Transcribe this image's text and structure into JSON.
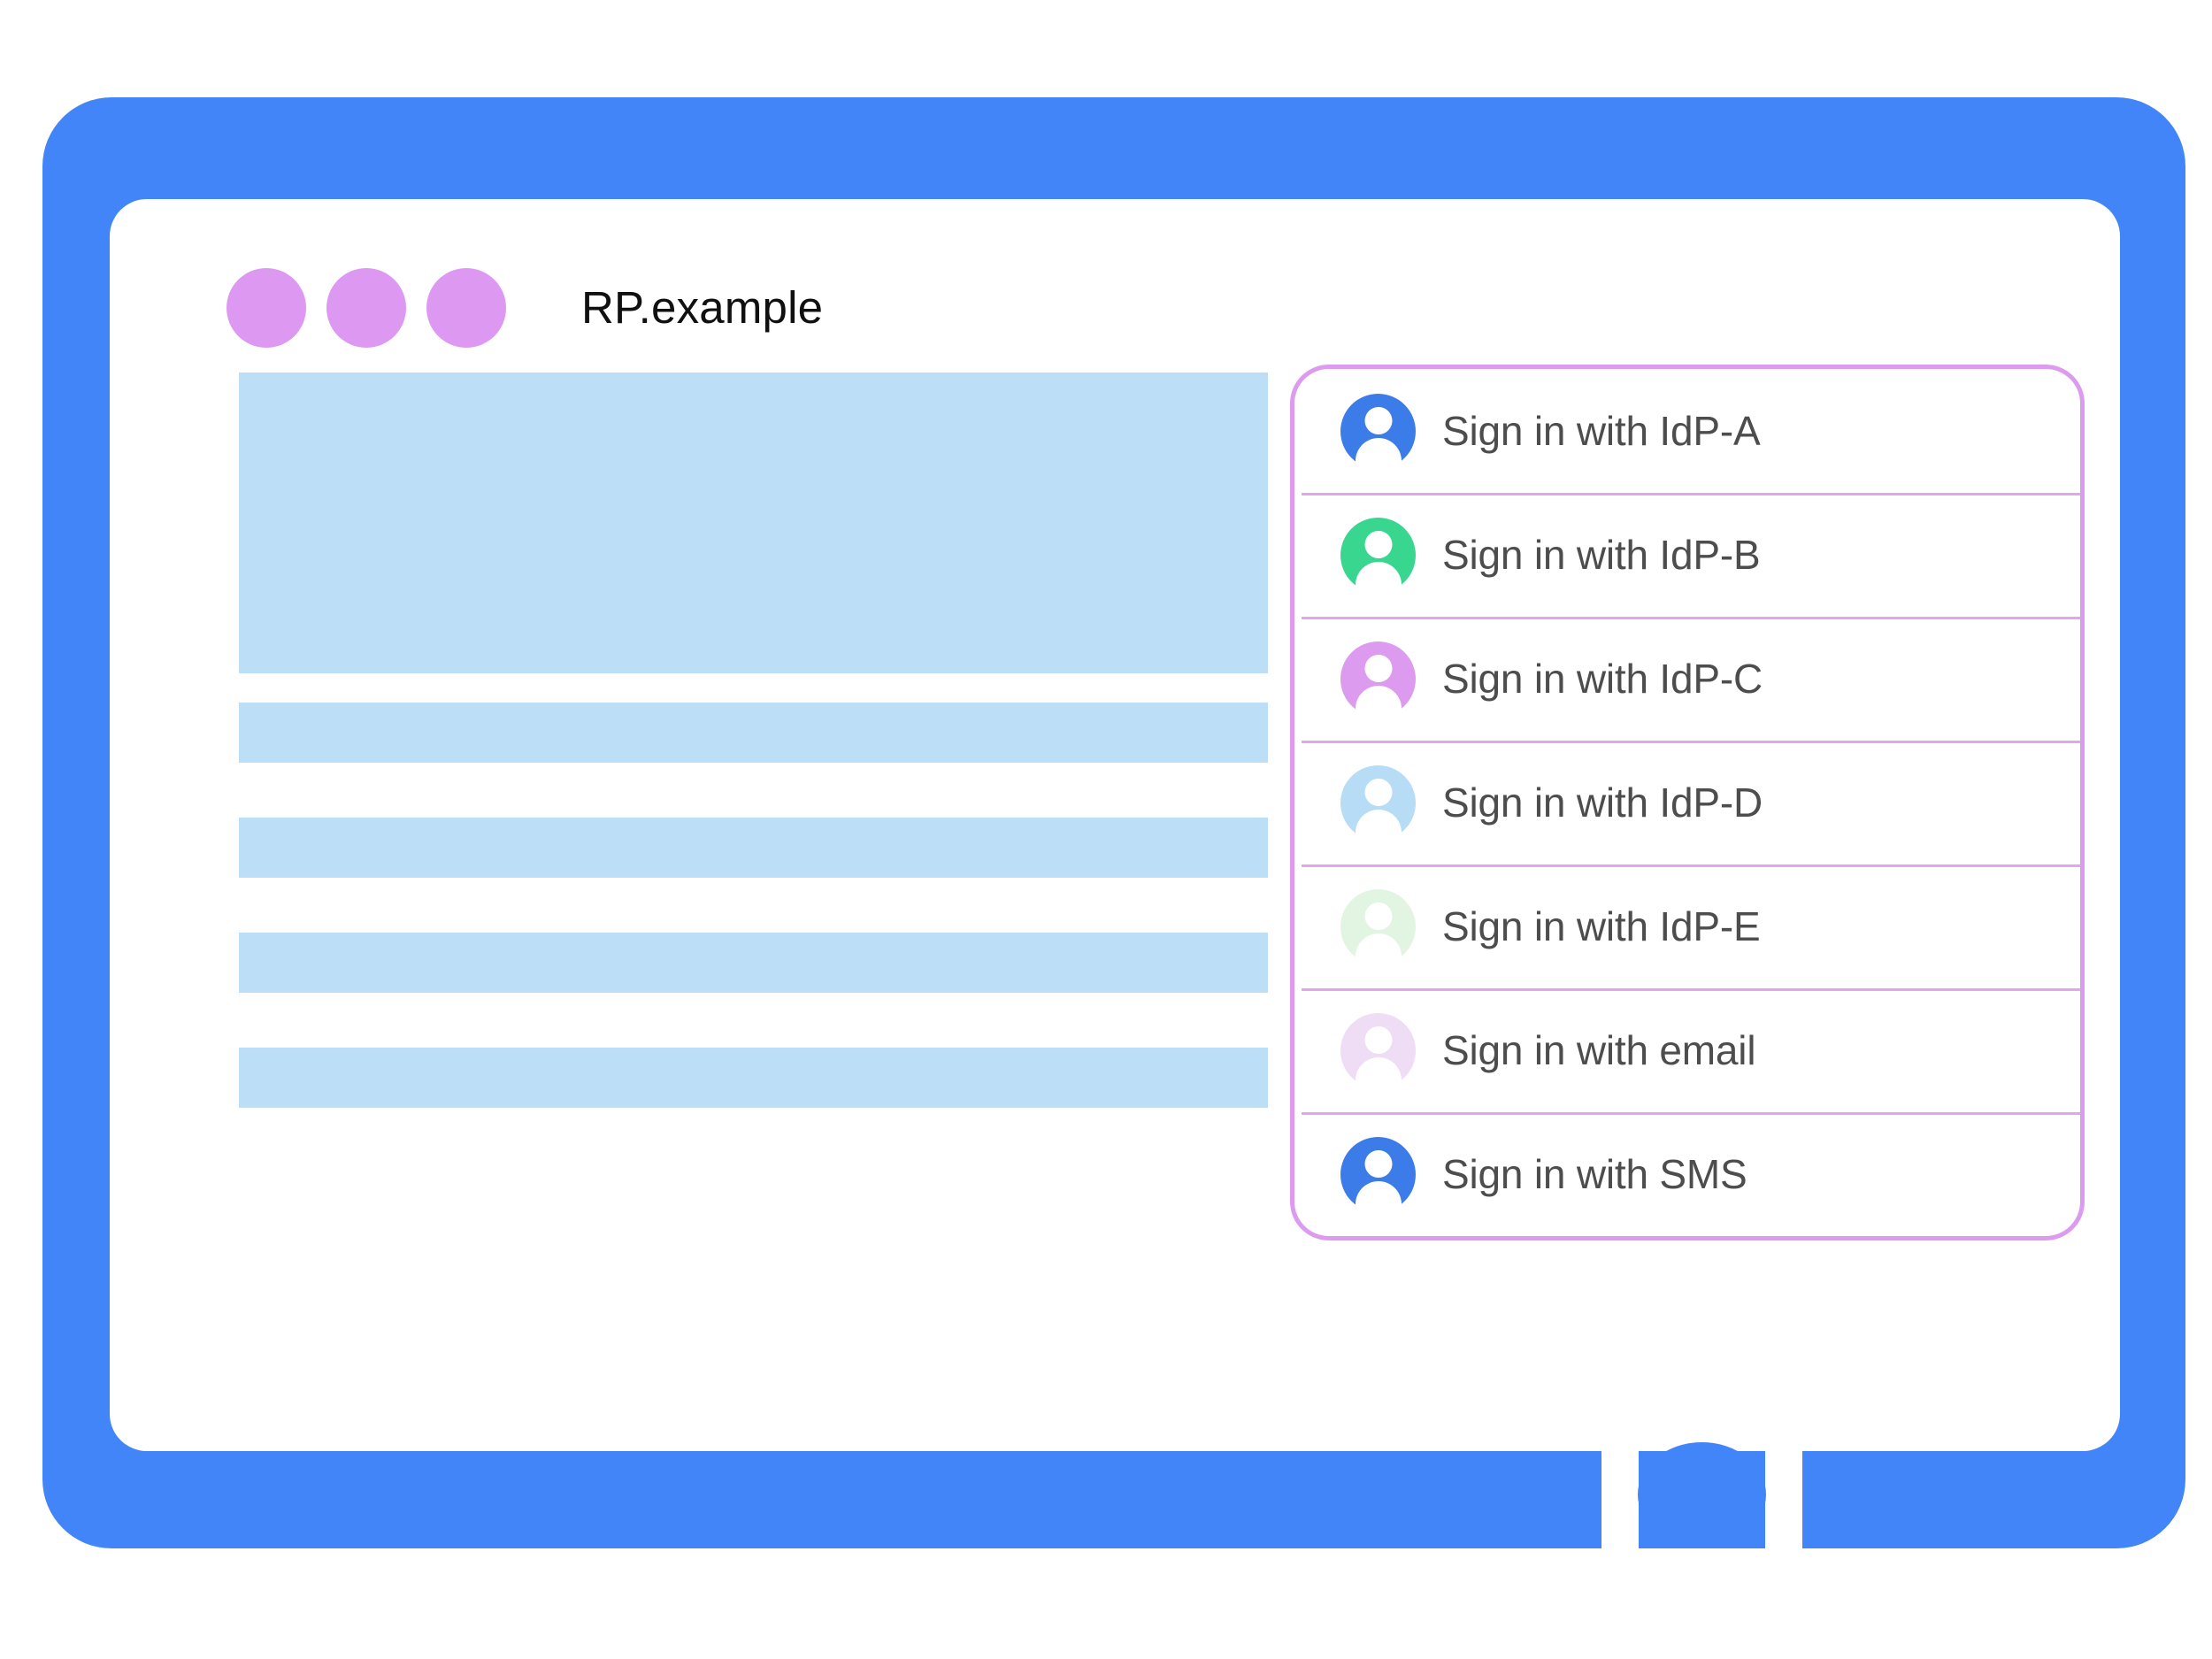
{
  "window": {
    "title": "RP.example",
    "dots": [
      {
        "name": "window-dot-1",
        "color": "#dd99f2"
      },
      {
        "name": "window-dot-2",
        "color": "#dd99f2"
      },
      {
        "name": "window-dot-3",
        "color": "#dd99f2"
      }
    ]
  },
  "colors": {
    "device_frame": "#4285f8",
    "window_dot": "#dd99f2",
    "placeholder": "#bcdff7",
    "card_border": "#dd9bef",
    "row_divider": "#e2a5ee",
    "label_text": "#4d4d4d",
    "title_text": "#101010",
    "screen_background": "#ffffff"
  },
  "content": {
    "placeholders": [
      {
        "name": "content-hero-block",
        "kind": "hero"
      },
      {
        "name": "content-bar-1",
        "kind": "bar"
      },
      {
        "name": "content-bar-2",
        "kind": "bar"
      },
      {
        "name": "content-bar-3",
        "kind": "bar"
      },
      {
        "name": "content-bar-4",
        "kind": "bar"
      }
    ]
  },
  "account_chooser": {
    "rows": [
      {
        "label": "Sign in with IdP-A",
        "avatar_color": "#3b7ce8",
        "icon": "person-avatar-icon"
      },
      {
        "label": "Sign in with IdP-B",
        "avatar_color": "#39d68f",
        "icon": "person-avatar-icon"
      },
      {
        "label": "Sign in with IdP-C",
        "avatar_color": "#dd9bef",
        "icon": "person-avatar-icon"
      },
      {
        "label": "Sign in with IdP-D",
        "avatar_color": "#b7dcf5",
        "icon": "person-avatar-icon"
      },
      {
        "label": "Sign in with IdP-E",
        "avatar_color": "#e2f5e2",
        "icon": "person-avatar-icon"
      },
      {
        "label": "Sign in with email",
        "avatar_color": "#eeddf5",
        "icon": "person-avatar-icon"
      },
      {
        "label": "Sign in with SMS",
        "avatar_color": "#3b7ce8",
        "icon": "person-avatar-icon"
      }
    ]
  },
  "device": {
    "home_button": "home-button"
  }
}
